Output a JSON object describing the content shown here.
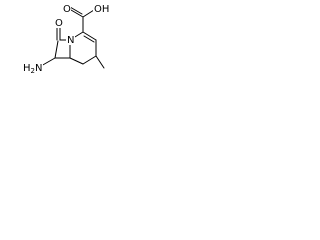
{
  "molecule": {
    "atoms": {
      "carboxyl_oxygen_hydroxyl": "OH",
      "carboxyl_oxygen_carbonyl": "O",
      "lactam_oxygen": "O",
      "ring_nitrogen": "N",
      "amine": "H2N"
    },
    "amine_parts": {
      "h": "H",
      "sub": "2",
      "n": "N"
    },
    "colors": {
      "bond": "#000000",
      "text": "#000000",
      "background": "#ffffff"
    }
  }
}
